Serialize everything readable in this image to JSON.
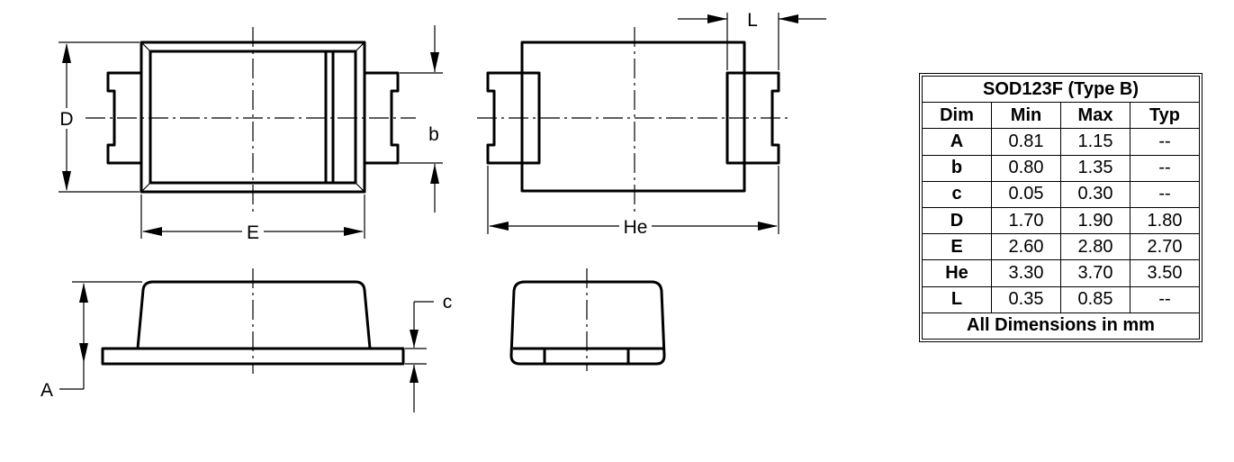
{
  "drawing": {
    "labels": {
      "D": "D",
      "b": "b",
      "E": "E",
      "He": "He",
      "L": "L",
      "c": "c",
      "A": "A"
    }
  },
  "table": {
    "title": "SOD123F (Type B)",
    "headers": [
      "Dim",
      "Min",
      "Max",
      "Typ"
    ],
    "rows": [
      [
        "A",
        "0.81",
        "1.15",
        "--"
      ],
      [
        "b",
        "0.80",
        "1.35",
        "--"
      ],
      [
        "c",
        "0.05",
        "0.30",
        "--"
      ],
      [
        "D",
        "1.70",
        "1.90",
        "1.80"
      ],
      [
        "E",
        "2.60",
        "2.80",
        "2.70"
      ],
      [
        "He",
        "3.30",
        "3.70",
        "3.50"
      ],
      [
        "L",
        "0.35",
        "0.85",
        "--"
      ]
    ],
    "footer": "All Dimensions in mm"
  }
}
